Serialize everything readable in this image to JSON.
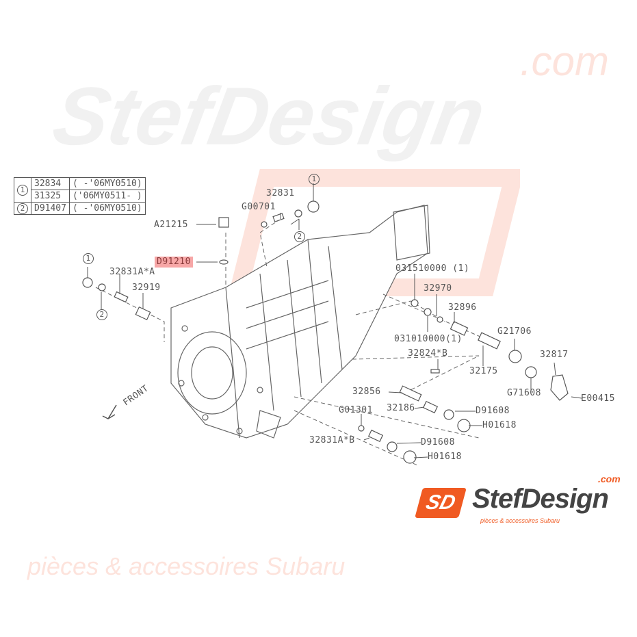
{
  "watermark": {
    "brand": "StefDesign",
    "tld": ".com",
    "tagline": "pièces & accessoires Subaru"
  },
  "reference_table": [
    {
      "ref": "1",
      "part": "32834",
      "range": "(      -'06MY0510)"
    },
    {
      "ref": "",
      "part": "31325",
      "range": "('06MY0511-       )"
    },
    {
      "ref": "2",
      "part": "D91407",
      "range": "(      -'06MY0510)"
    }
  ],
  "labels": {
    "a21215": "A21215",
    "d91210": "D91210",
    "p32831": "32831",
    "g00701": "G00701",
    "p32831a_a": "32831A*A",
    "p32919": "32919",
    "c1a": "1",
    "c2a": "2",
    "c1b": "1",
    "c2b": "2",
    "p031510000": "031510000 (1)",
    "p32970": "32970",
    "p32896": "32896",
    "p031010000": "031010000(1)",
    "g21706": "G21706",
    "p32824b": "32824*B",
    "p32175": "32175",
    "p32817": "32817",
    "g71608": "G71608",
    "e00415": "E00415",
    "p32856": "32856",
    "p32186": "32186",
    "d91608a": "D91608",
    "h01618a": "H01618",
    "g01301": "G01301",
    "p32831a_b": "32831A*B",
    "d91608b": "D91608",
    "h01618b": "H01618",
    "front": "FRONT"
  },
  "logo": {
    "mark": "SD",
    "brand": "StefDesign",
    "tld": ".com",
    "tagline": "pièces & accessoires Subaru"
  },
  "colors": {
    "highlight": "#f7a7a7",
    "logo_orange": "#f05a22"
  }
}
